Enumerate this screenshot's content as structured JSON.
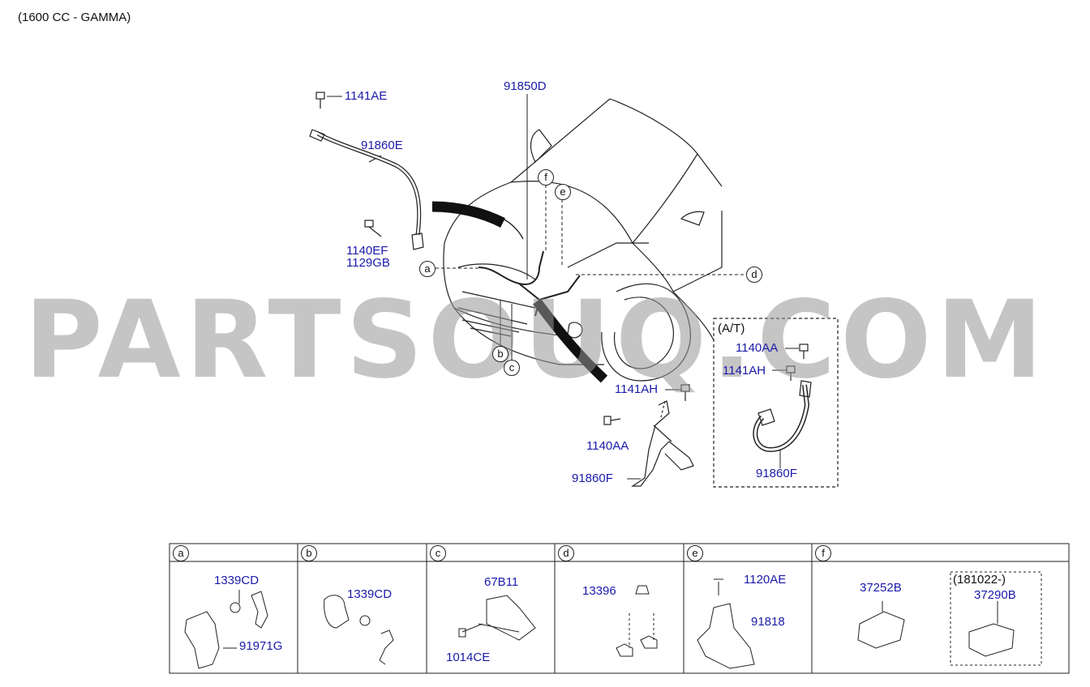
{
  "title": "(1600 CC - GAMMA)",
  "watermark": "PARTSOUQ.COM",
  "at_box_label": "(A/T)",
  "main": {
    "p_1141AE": "1141AE",
    "p_91860E": "91860E",
    "p_1140EF": "1140EF",
    "p_1129GB": "1129GB",
    "p_91850D": "91850D",
    "p_1141AH": "1141AH",
    "p_1140AA": "1140AA",
    "p_91860F": "91860F",
    "at_1140AA": "1140AA",
    "at_1141AH": "1141AH",
    "at_91860F": "91860F"
  },
  "callouts": [
    "a",
    "b",
    "c",
    "d",
    "e",
    "f"
  ],
  "panels": {
    "a": {
      "key": "a",
      "parts": [
        "1339CD",
        "91971G"
      ]
    },
    "b": {
      "key": "b",
      "parts": [
        "1339CD"
      ]
    },
    "c": {
      "key": "c",
      "parts": [
        "67B11",
        "1014CE"
      ]
    },
    "d": {
      "key": "d",
      "parts": [
        "13396"
      ]
    },
    "e": {
      "key": "e",
      "parts": [
        "1120AE",
        "91818"
      ]
    },
    "f": {
      "key": "f",
      "parts": [
        "37252B",
        "37290B"
      ],
      "date_note": "(181022-)"
    }
  },
  "colors": {
    "part_label": "#1a1aaa",
    "line": "#222222",
    "watermark": "#969696"
  }
}
